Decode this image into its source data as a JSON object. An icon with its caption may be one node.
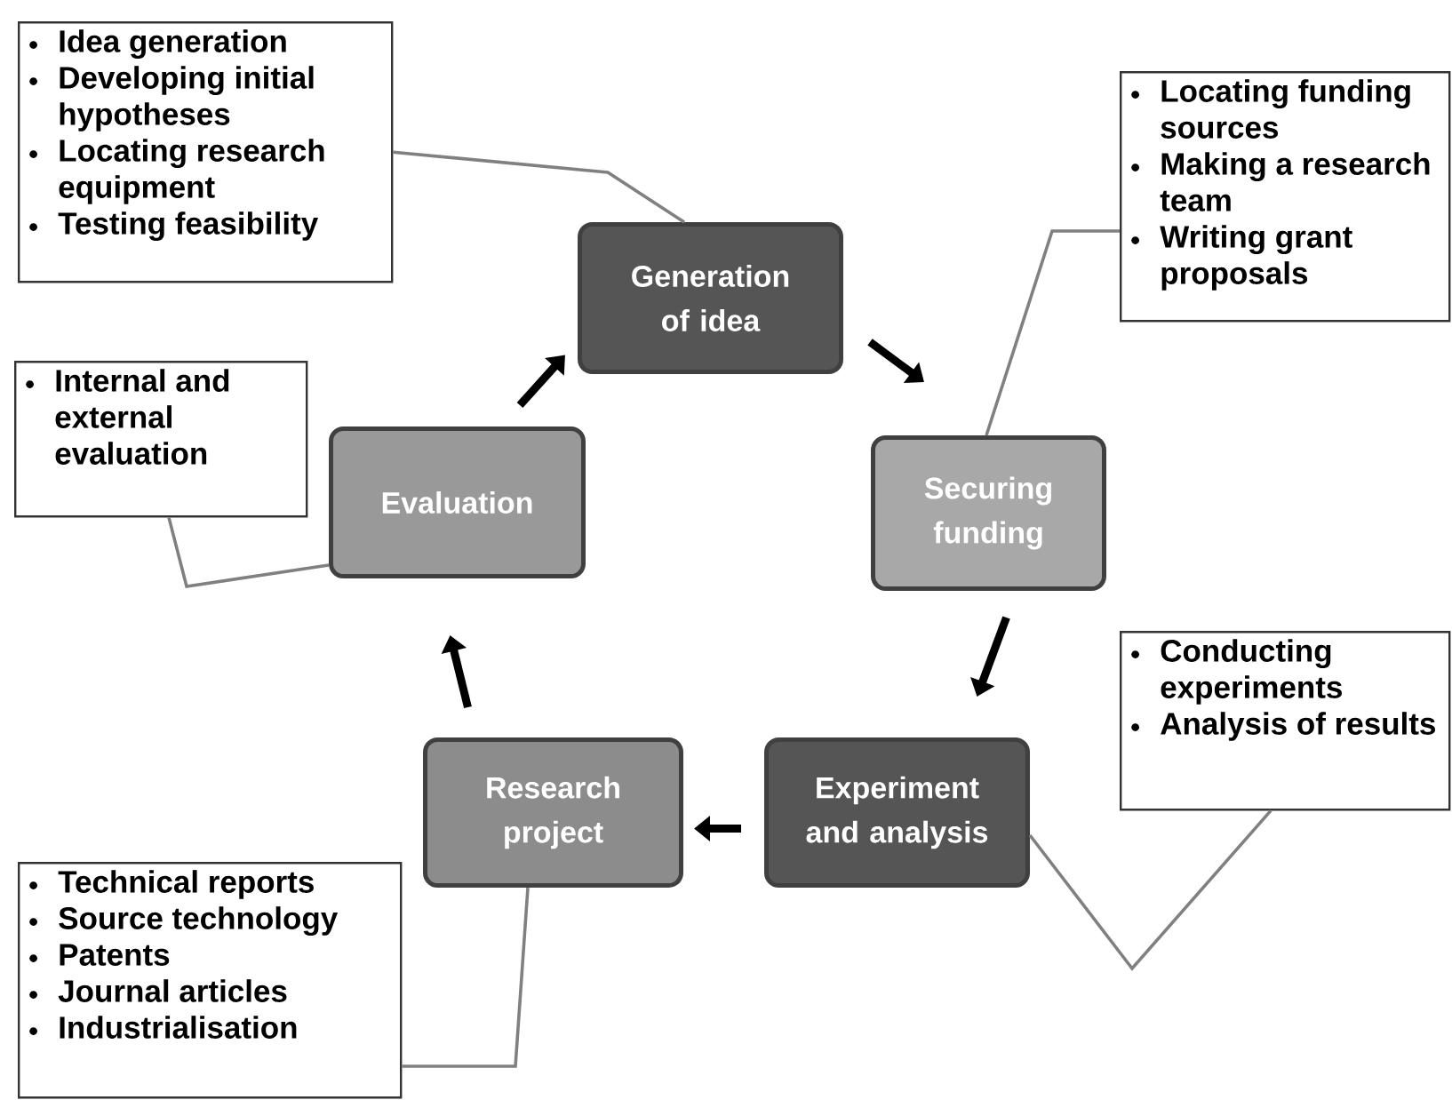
{
  "diagram": {
    "nodes": [
      {
        "text": [
          "Idea generation",
          "Developing initial hypotheses",
          "Locating research equipment",
          "Testing feasibility"
        ]
      },
      {
        "text": [
          "Generation of idea"
        ]
      },
      {
        "text": [
          "Locating funding sources",
          "Making a research team",
          "Writing grant proposals"
        ]
      },
      {
        "text": [
          "Securing funding"
        ]
      },
      {
        "text": [
          "Internal and external evaluation"
        ]
      },
      {
        "text": [
          "Evaluation"
        ]
      },
      {
        "text": [
          "Conducting experiments",
          "Analysis of results"
        ]
      },
      {
        "text": [
          "Experiment and analysis"
        ]
      },
      {
        "text": [
          "Research project"
        ]
      },
      {
        "text": [
          "Technical reports",
          "Source technology",
          "Patents",
          "Journal articles",
          "Industrialisation"
        ]
      }
    ],
    "edges": [
      {
        "from": 1,
        "to": 3,
        "arrow": "to",
        "style": "thick"
      },
      {
        "from": 3,
        "to": 7,
        "arrow": "to",
        "style": "thick"
      },
      {
        "from": 7,
        "to": 8,
        "arrow": "to",
        "style": "thick"
      },
      {
        "from": 8,
        "to": 5,
        "arrow": "to",
        "style": "thick"
      },
      {
        "from": 5,
        "to": 1,
        "arrow": "to",
        "style": "thick"
      },
      {
        "from": 0,
        "to": 1,
        "arrow": "none",
        "color": "#808080"
      },
      {
        "from": 2,
        "to": 3,
        "arrow": "none",
        "color": "#808080"
      },
      {
        "from": 4,
        "to": 5,
        "arrow": "none",
        "color": "#808080"
      },
      {
        "from": 7,
        "to": 6,
        "arrow": "none",
        "color": "#808080"
      },
      {
        "from": 9,
        "to": 8,
        "arrow": "none",
        "color": "#808080"
      }
    ]
  }
}
